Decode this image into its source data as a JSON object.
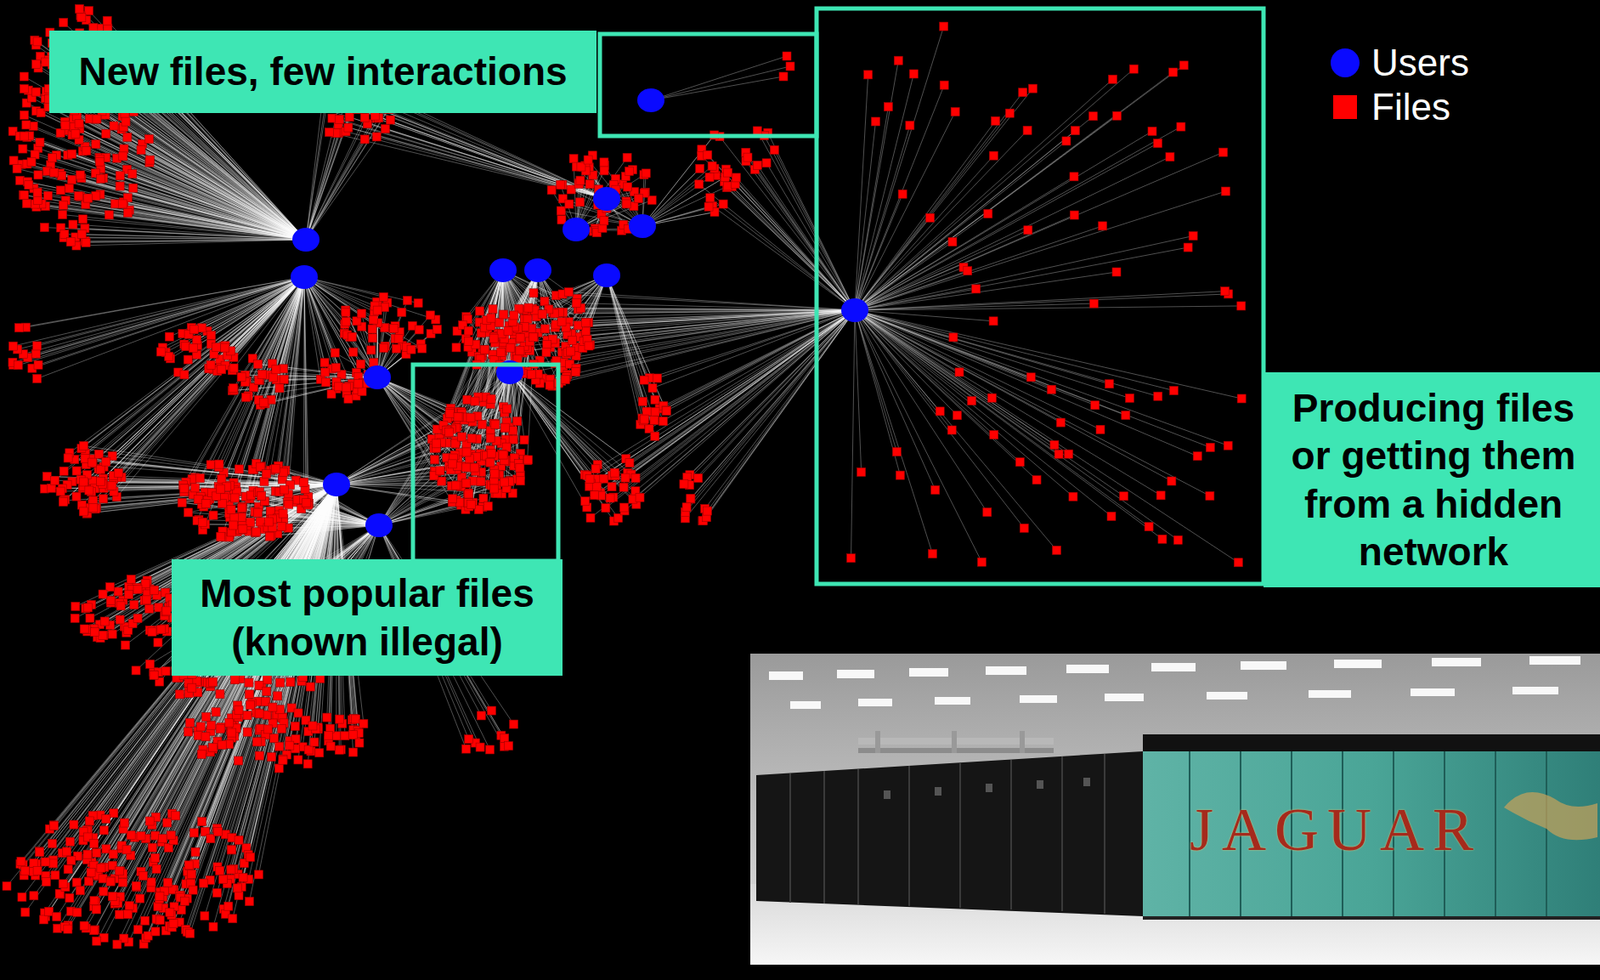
{
  "diagram": {
    "nodes": [
      {
        "text": [
          "New files, few interactions"
        ]
      },
      {
        "text": [
          "Producing files or getting them from a hidden network"
        ]
      },
      {
        "text": [
          "Most popular files (known illegal)"
        ]
      }
    ],
    "labels": [
      "JAGUAR"
    ],
    "legend": [
      {
        "text": "Users",
        "color": "#0a0aff"
      },
      {
        "text": "Files",
        "color": "#ff0000"
      }
    ]
  }
}
